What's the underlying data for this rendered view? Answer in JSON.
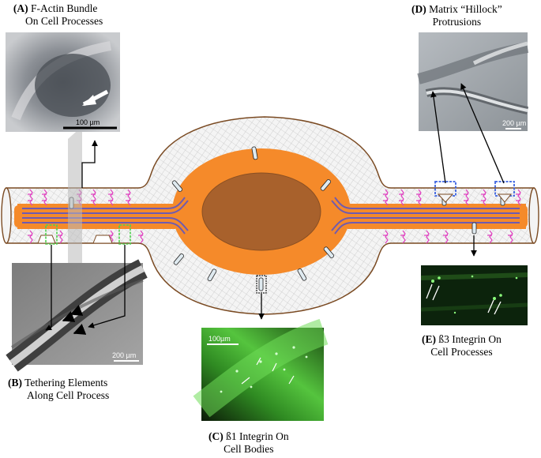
{
  "captions": {
    "a": {
      "letter": "(A)",
      "line1": "F-Actin Bundle",
      "line2": "On Cell Processes"
    },
    "b": {
      "letter": "(B)",
      "line1": "Tethering Elements",
      "line2": "Along Cell Process"
    },
    "c": {
      "letter": "(C)",
      "line1": "ß1 Integrin On",
      "line2": "Cell Bodies"
    },
    "d": {
      "letter": "(D)",
      "line1": "Matrix “Hillock”",
      "line2": "Protrusions"
    },
    "e": {
      "letter": "(E)",
      "line1": "ß3 Integrin On",
      "line2": "Cell Processes"
    }
  },
  "scale_bars": {
    "a": "100 µm",
    "b": "200 µm",
    "c": "100µm",
    "d": "200 µm"
  },
  "colors": {
    "cell_body": "#f58a2a",
    "nucleus": "#a8612c",
    "filaments": "#6f5bb0",
    "tethers": "#e040c0",
    "matrix_outline": "#7a4a22",
    "highlight_green": "#4fd14f",
    "highlight_blue": "#3a62e0"
  }
}
